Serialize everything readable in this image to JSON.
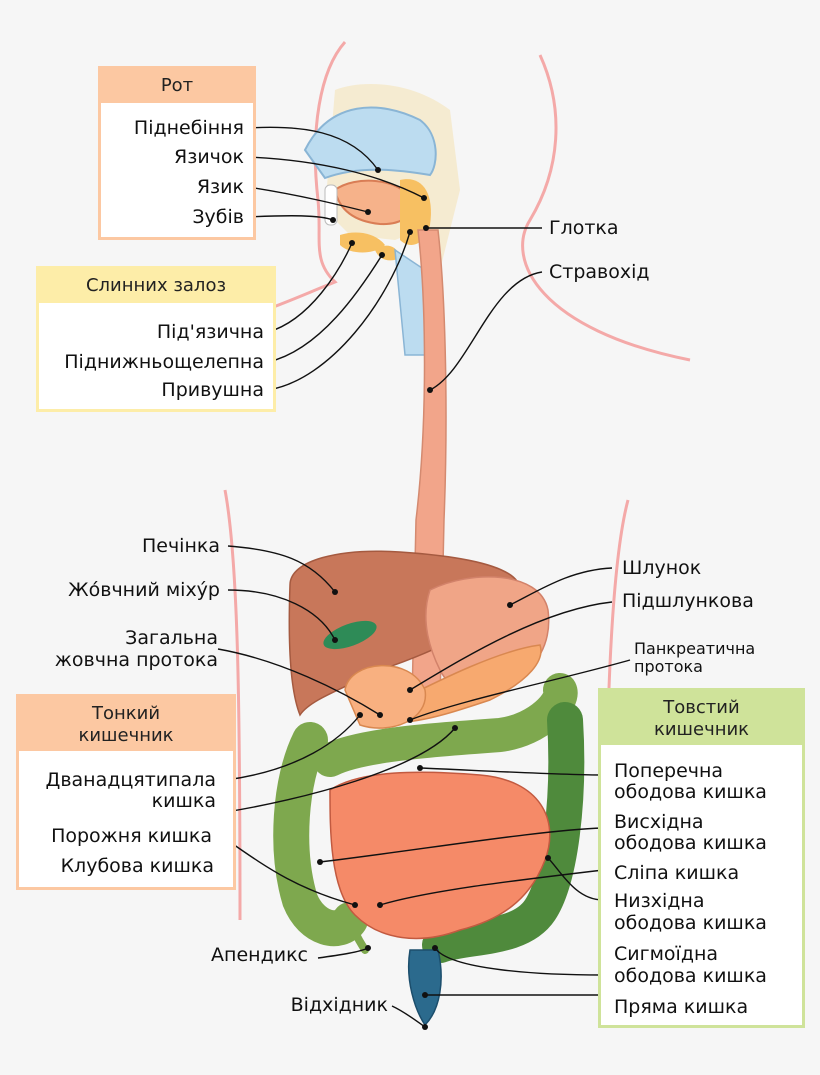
{
  "colors": {
    "skin": "#f4a9a8",
    "palate": "#bcdcf0",
    "tongue": "#f6b28a",
    "esophagus": "#f2a58a",
    "liver": "#c8775a",
    "gallbladder": "#2e8b57",
    "stomach": "#f0a587",
    "pancreas": "#f7a96f",
    "small_intestine": "#f58a68",
    "large_intestine": "#7ea84e",
    "rectum": "#2b6a8d",
    "box_orange": "#fcc8a2",
    "box_yellow": "#fdeda8",
    "box_green": "#cfe39a"
  },
  "groups": {
    "mouth": {
      "title": "Рот",
      "items": [
        "Піднебіння",
        "Язичок",
        "Язик",
        "Зубів"
      ]
    },
    "salivary": {
      "title": "Слинних залоз",
      "items": [
        "Під'язична",
        "Піднижньощелепна",
        "Привушна"
      ]
    },
    "small_intestine": {
      "title_line1": "Тонкий",
      "title_line2": "кишечник",
      "items": [
        "Дванадцятипала",
        "кишка",
        "Порожня кишка",
        "Клубова кишка"
      ]
    },
    "large_intestine": {
      "title_line1": "Товстий",
      "title_line2": "кишечник",
      "items": [
        "Поперечна",
        "ободова кишка",
        "Висхідна",
        "ободова кишка",
        "Сліпа кишка",
        "Низхідна",
        "ободова кишка",
        "Сигмоїдна",
        "ободова кишка",
        "Пряма кишка"
      ]
    }
  },
  "labels": {
    "pharynx": "Глотка",
    "esophagus": "Стравохід",
    "liver": "Печінка",
    "gallbladder": "Жо́вчний міху́р",
    "common_bile_line1": "Загальна",
    "common_bile_line2": "жовчна протока",
    "stomach": "Шлунок",
    "pancreas": "Підшлункова",
    "pancreatic_duct_line1": "Панкреатична",
    "pancreatic_duct_line2": "протока",
    "appendix": "Апендикс",
    "anus": "Відхідник"
  }
}
